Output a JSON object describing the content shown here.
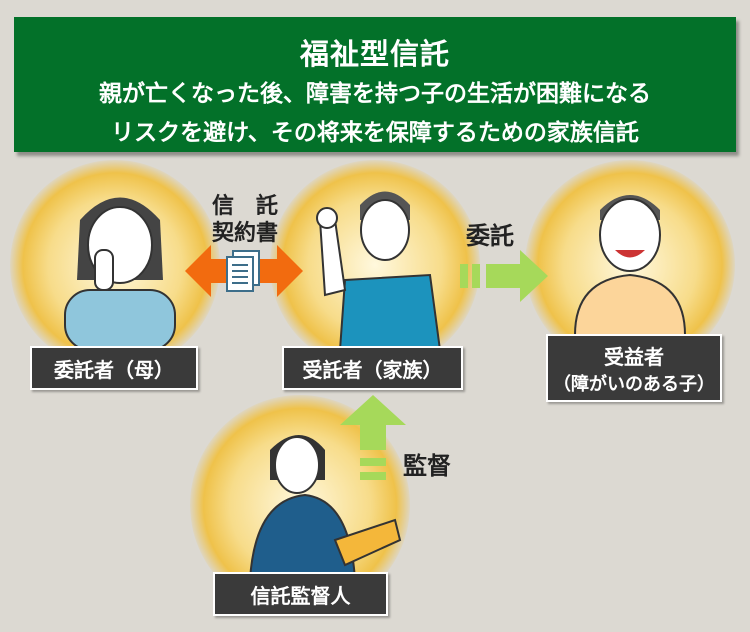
{
  "banner": {
    "title": "福祉型信託",
    "line1": "親が亡くなった後、障害を持つ子の生活が困難になる",
    "line2": "リスクを避け、その将来を保障するための家族信託"
  },
  "contract": {
    "line1": "信　託",
    "line2": "契約書"
  },
  "entrust": "委託",
  "supervision": "監督",
  "roles": {
    "settlor": "委託者（母）",
    "trustee": "受託者（家族）",
    "beneficiary": "受益者",
    "beneficiary_note": "（障がいのある子）",
    "supervisor": "信託監督人"
  },
  "colors": {
    "banner": "#037129",
    "arrow_orange": "#f26b0f",
    "arrow_green": "#a6d95a",
    "label_bg": "#3a3a3a"
  }
}
